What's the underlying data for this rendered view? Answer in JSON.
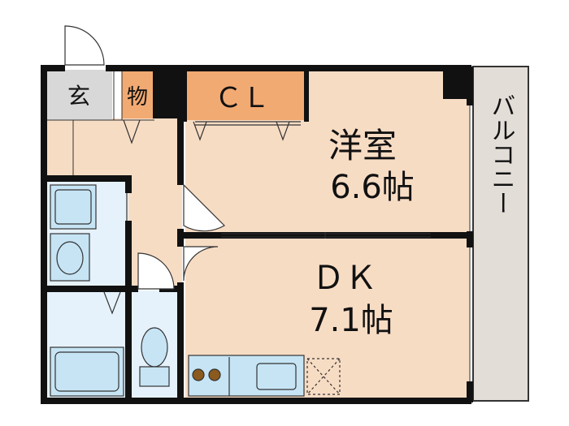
{
  "rooms": {
    "entrance": "玄",
    "storage": "物",
    "closet": "ＣＬ",
    "western_room_name": "洋室",
    "western_room_size": "6.6帖",
    "dk_name": "ＤＫ",
    "dk_size": "7.1帖",
    "balcony": "バルコニー"
  },
  "colors": {
    "floor": "#f7dcc4",
    "wet_area": "#e6f2fb",
    "fixture": "#c6e4f4",
    "closet": "#f2aa73",
    "entrance_tile": "#d8d8d8",
    "balcony": "#e3ddd8",
    "wall": "#111111"
  }
}
